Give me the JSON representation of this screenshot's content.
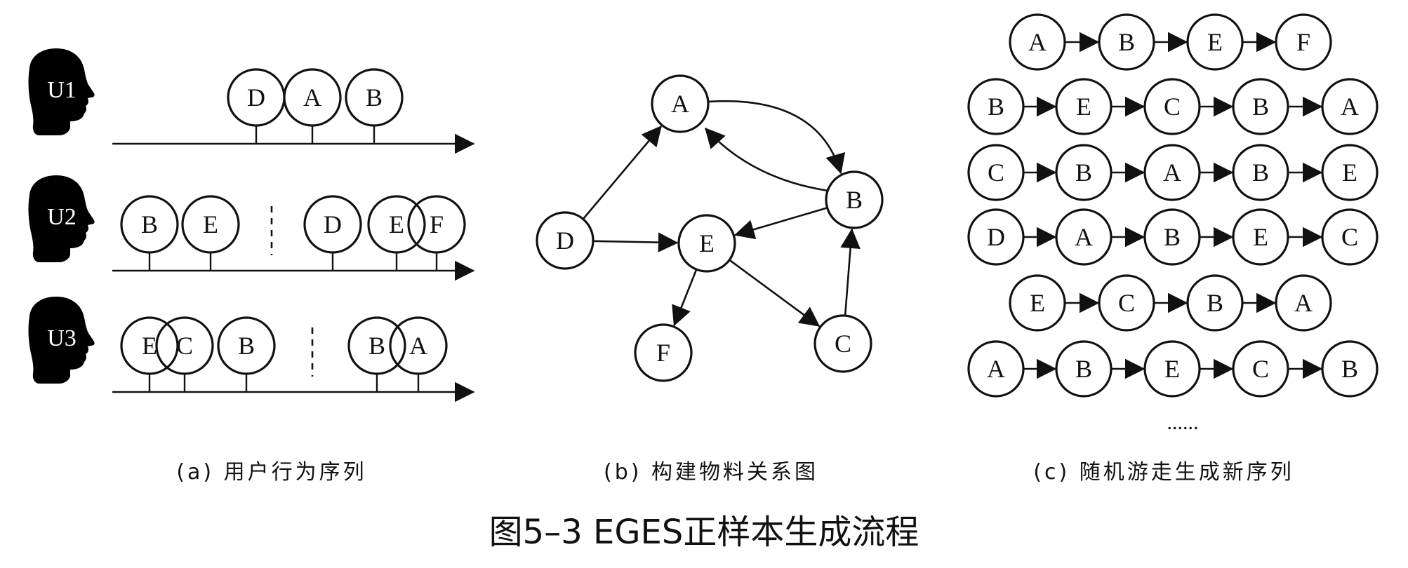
{
  "panel_a": {
    "users": [
      {
        "id": "U1",
        "segments": [
          [
            "D",
            "A",
            "B"
          ]
        ]
      },
      {
        "id": "U2",
        "segments": [
          [
            "B",
            "E"
          ],
          [
            "D",
            "E",
            "F"
          ]
        ]
      },
      {
        "id": "U3",
        "segments": [
          [
            "E",
            "C",
            "B"
          ],
          [
            "B",
            "A"
          ]
        ]
      }
    ],
    "caption": "(a) 用户行为序列"
  },
  "panel_b": {
    "nodes": [
      "A",
      "B",
      "C",
      "D",
      "E",
      "F"
    ],
    "edges": [
      [
        "D",
        "A"
      ],
      [
        "D",
        "E"
      ],
      [
        "A",
        "B"
      ],
      [
        "B",
        "A"
      ],
      [
        "B",
        "E"
      ],
      [
        "E",
        "F"
      ],
      [
        "E",
        "C"
      ],
      [
        "C",
        "B"
      ]
    ],
    "caption": "(b) 构建物料关系图"
  },
  "panel_c": {
    "sequences": [
      [
        "A",
        "B",
        "E",
        "F"
      ],
      [
        "B",
        "E",
        "C",
        "B",
        "A"
      ],
      [
        "C",
        "B",
        "A",
        "B",
        "E"
      ],
      [
        "D",
        "A",
        "B",
        "E",
        "C"
      ],
      [
        "E",
        "C",
        "B",
        "A"
      ],
      [
        "A",
        "B",
        "E",
        "C",
        "B"
      ]
    ],
    "ellipsis": "......",
    "caption": "(c) 随机游走生成新序列"
  },
  "figure_title": "图5–3 EGES正样本生成流程"
}
